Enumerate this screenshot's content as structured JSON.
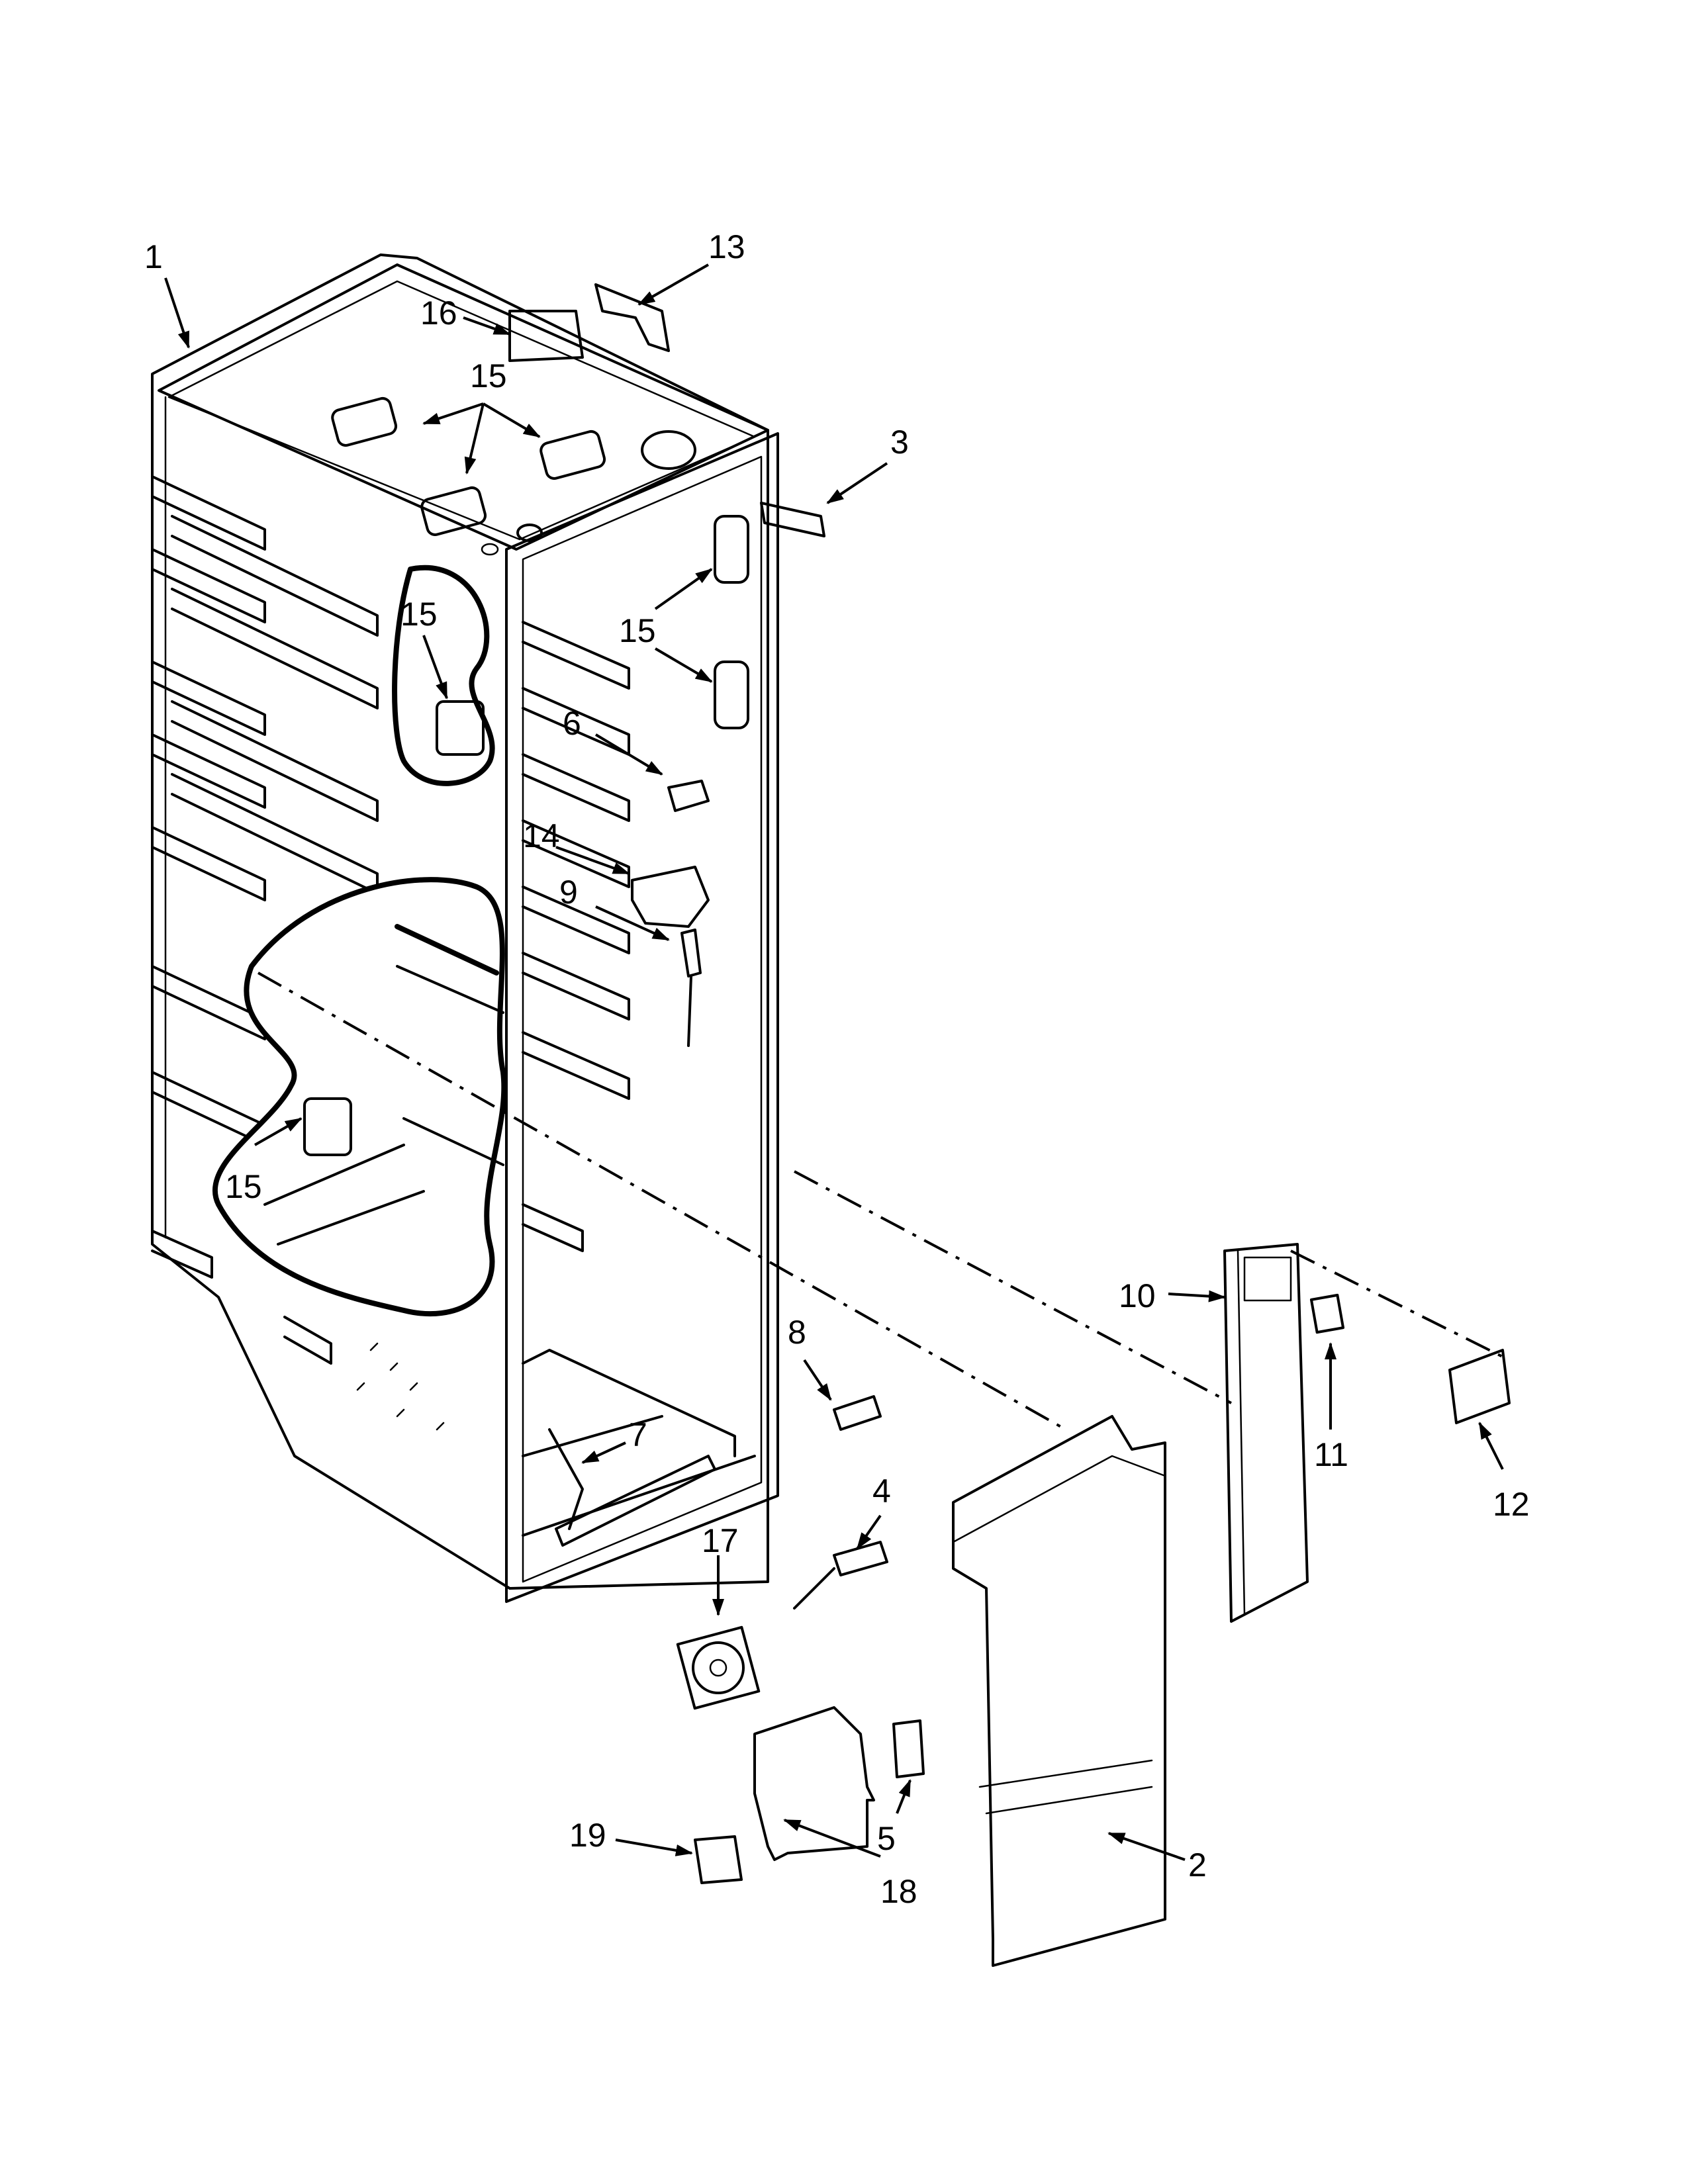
{
  "callouts": [
    {
      "id": "1",
      "text": "1"
    },
    {
      "id": "2",
      "text": "2"
    },
    {
      "id": "3",
      "text": "3"
    },
    {
      "id": "4",
      "text": "4"
    },
    {
      "id": "5",
      "text": "5"
    },
    {
      "id": "6",
      "text": "6"
    },
    {
      "id": "7",
      "text": "7"
    },
    {
      "id": "8",
      "text": "8"
    },
    {
      "id": "9",
      "text": "9"
    },
    {
      "id": "10",
      "text": "10"
    },
    {
      "id": "11",
      "text": "11"
    },
    {
      "id": "12",
      "text": "12"
    },
    {
      "id": "13",
      "text": "13"
    },
    {
      "id": "14",
      "text": "14"
    },
    {
      "id": "15a",
      "text": "15"
    },
    {
      "id": "15b",
      "text": "15"
    },
    {
      "id": "15c",
      "text": "15"
    },
    {
      "id": "15d",
      "text": "15"
    },
    {
      "id": "16",
      "text": "16"
    },
    {
      "id": "17",
      "text": "17"
    },
    {
      "id": "18",
      "text": "18"
    },
    {
      "id": "19",
      "text": "19"
    }
  ]
}
